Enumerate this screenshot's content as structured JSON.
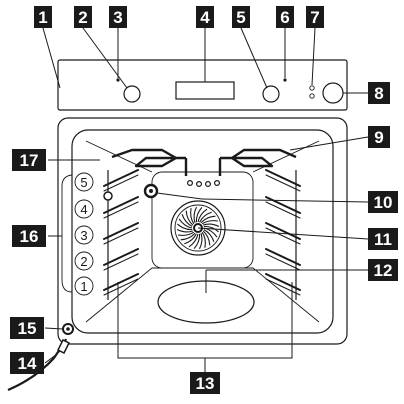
{
  "callouts": [
    "1",
    "2",
    "3",
    "4",
    "5",
    "6",
    "7",
    "8",
    "9",
    "10",
    "11",
    "12",
    "13",
    "14",
    "15",
    "16",
    "17"
  ],
  "shelf_levels": [
    "1",
    "2",
    "3",
    "4",
    "5"
  ]
}
